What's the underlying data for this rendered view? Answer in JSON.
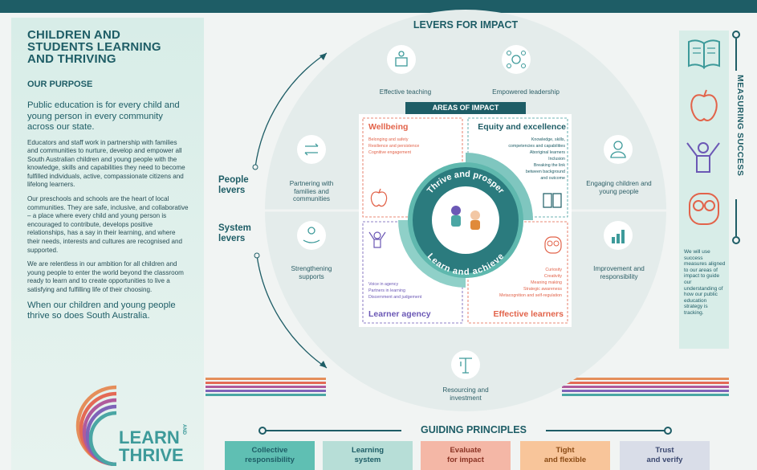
{
  "left_panel": {
    "title": "CHILDREN AND STUDENTS LEARNING AND THRIVING",
    "purpose_heading": "OUR PURPOSE",
    "lead": "Public education is for every child and young person in every community across our state.",
    "paragraph_1": "Educators and staff work in partnership with families and communities to nurture, develop and empower all South Australian children and young people with the knowledge, skills and capabilities they need to become fulfilled individuals, active, compassionate citizens and lifelong learners.",
    "paragraph_2": "Our preschools and schools are the heart of local communities. They are safe, inclusive, and collaborative – a place where every child and young person is encouraged to contribute, develops positive relationships, has a say in their learning, and where their needs, interests and cultures are recognised and supported.",
    "paragraph_3": "We are relentless in our ambition for all children and young people to enter the world beyond the classroom ready to learn and to create opportunities to live a satisfying and fulfilling life of their choosing.",
    "closing": "When our children and young people thrive so does South Australia."
  },
  "logo": {
    "word_1": "LEARN",
    "word_and": "AND",
    "word_2": "THRIVE"
  },
  "levers": {
    "title": "LEVERS FOR IMPACT",
    "people_levers": "People levers",
    "system_levers": "System levers",
    "effective_teaching": "Effective teaching",
    "empowered_leadership": "Empowered leadership",
    "partnering": "Partnering with families and communities",
    "engaging": "Engaging children and young people",
    "strengthening": "Strengthening supports",
    "improvement": "Improvement and responsibility",
    "resourcing": "Resourcing and investment"
  },
  "areas": {
    "title": "AREAS OF IMPACT",
    "wellbeing": {
      "title": "Wellbeing",
      "items": [
        "Belonging and safety",
        "Resilience and persistence",
        "Cognitive engagement"
      ]
    },
    "equity": {
      "title": "Equity and excellence",
      "items": [
        "Knowledge, skills,",
        "competencies and capabilities",
        "Aboriginal learners",
        "Inclusion",
        "Breaking the link",
        "between background",
        "and outcome"
      ]
    },
    "agency": {
      "title": "Learner agency",
      "items": [
        "Voice in agency",
        "Partners in learning",
        "Discernment and judgement"
      ]
    },
    "effective": {
      "title": "Effective learners",
      "items": [
        "Curiosity",
        "Creativity",
        "Meaning making",
        "Strategic awareness",
        "Metacognition and self-regulation"
      ]
    },
    "centre_top": "Thrive and prosper",
    "centre_bottom": "Learn and achieve"
  },
  "measuring": {
    "label": "MEASURING SUCCESS",
    "text": "We will use success measures aligned to our areas of impact to guide our understanding of how our public education strategy is tracking."
  },
  "guiding": {
    "title": "GUIDING PRINCIPLES",
    "principles": [
      {
        "line1": "Collective",
        "line2": "responsibility",
        "bg": "#5fbfb3",
        "fg": "#1e5d66"
      },
      {
        "line1": "Learning",
        "line2": "system",
        "bg": "#b7ded7",
        "fg": "#1e5d66"
      },
      {
        "line1": "Evaluate",
        "line2": "for impact",
        "bg": "#f4b7a6",
        "fg": "#8a3324"
      },
      {
        "line1": "Tight",
        "line2": "and flexible",
        "bg": "#f8c59a",
        "fg": "#8a4a14"
      },
      {
        "line1": "Trust",
        "line2": "and verify",
        "bg": "#d9dde8",
        "fg": "#3b4870"
      }
    ]
  },
  "colors": {
    "teal_dark": "#1e5d66",
    "teal": "#3d9a9a",
    "coral": "#e2634a",
    "purple": "#6b58b5",
    "orange": "#e08a3a"
  }
}
